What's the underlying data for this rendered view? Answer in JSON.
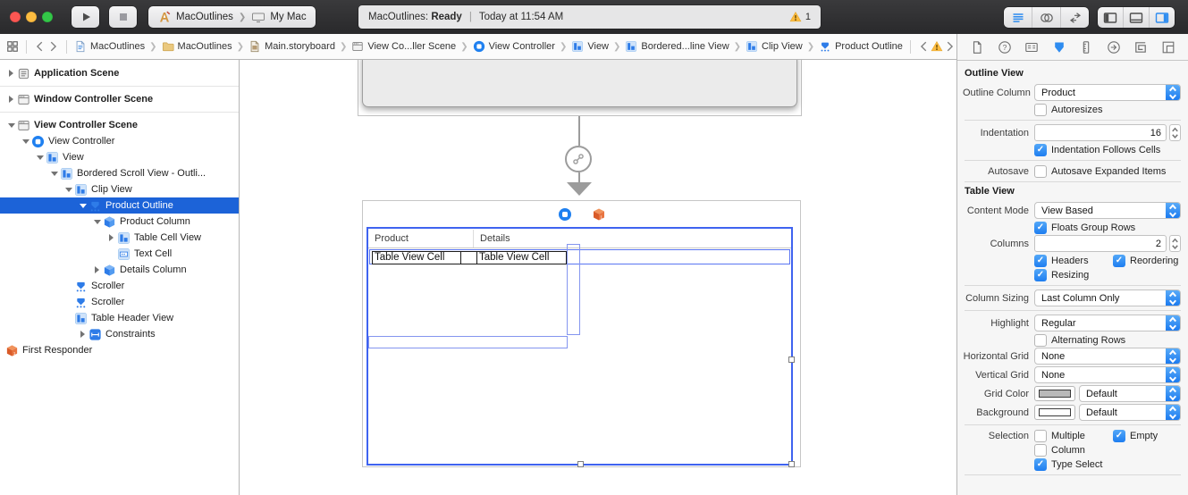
{
  "colors": {
    "accent": "#2e8cf0",
    "outline_selection": "#1c63d8",
    "canvas_selection": "#3f63f0",
    "warning": "#fdbc40"
  },
  "toolbar": {
    "scheme": {
      "target": "MacOutlines",
      "destination": "My Mac"
    },
    "status": {
      "project": "MacOutlines:",
      "state": "Ready",
      "divider": "|",
      "time": "Today at 11:54 AM",
      "warning_count": "1"
    },
    "editor_modes": [
      {
        "icon": "standard-editor"
      },
      {
        "icon": "assistant-editor"
      },
      {
        "icon": "version-editor"
      }
    ],
    "panel_toggles": [
      {
        "icon": "navigator-panel"
      },
      {
        "icon": "debug-panel"
      },
      {
        "icon": "inspector-panel"
      }
    ]
  },
  "jumpbar": {
    "crumbs": [
      {
        "icon": "file-blue",
        "label": "MacOutlines"
      },
      {
        "icon": "folder",
        "label": "MacOutlines"
      },
      {
        "icon": "storyboard-file",
        "label": "Main.storyboard"
      },
      {
        "icon": "scene",
        "label": "View Co...ller Scene"
      },
      {
        "icon": "view-controller",
        "label": "View Controller"
      },
      {
        "icon": "view",
        "label": "View"
      },
      {
        "icon": "view",
        "label": "Bordered...line View"
      },
      {
        "icon": "view",
        "label": "Clip View"
      },
      {
        "icon": "outline-view",
        "label": "Product Outline"
      }
    ]
  },
  "outline": {
    "items": [
      {
        "label": "Application Scene",
        "icon": "app-scene",
        "level": 0,
        "disclosure": "collapsed",
        "bold": true,
        "sepAfter": true
      },
      {
        "label": "Window Controller Scene",
        "icon": "window-scene",
        "level": 0,
        "disclosure": "collapsed",
        "bold": true,
        "sepAfter": true
      },
      {
        "label": "View Controller Scene",
        "icon": "scene",
        "level": 0,
        "disclosure": "expanded",
        "bold": true
      },
      {
        "label": "View Controller",
        "icon": "view-controller",
        "level": 1,
        "disclosure": "expanded"
      },
      {
        "label": "View",
        "icon": "view",
        "level": 2,
        "disclosure": "expanded"
      },
      {
        "label": "Bordered Scroll View - Outli...",
        "icon": "view",
        "level": 3,
        "disclosure": "expanded"
      },
      {
        "label": "Clip View",
        "icon": "view",
        "level": 4,
        "disclosure": "expanded"
      },
      {
        "label": "Product Outline",
        "icon": "outline-view",
        "level": 5,
        "disclosure": "expanded",
        "selected": true
      },
      {
        "label": "Product Column",
        "icon": "column",
        "level": 6,
        "disclosure": "expanded"
      },
      {
        "label": "Table Cell View",
        "icon": "view",
        "level": 7,
        "disclosure": "collapsed"
      },
      {
        "label": "Text Cell",
        "icon": "text-cell",
        "level": 7,
        "disclosure": "none"
      },
      {
        "label": "Details Column",
        "icon": "column",
        "level": 6,
        "disclosure": "collapsed"
      },
      {
        "label": "Scroller",
        "icon": "scroller",
        "level": 4,
        "disclosure": "none"
      },
      {
        "label": "Scroller",
        "icon": "scroller",
        "level": 4,
        "disclosure": "none"
      },
      {
        "label": "Table Header View",
        "icon": "view",
        "level": 4,
        "disclosure": "none"
      },
      {
        "label": "Constraints",
        "icon": "constraints",
        "level": 5,
        "disclosure": "collapsed"
      },
      {
        "label": "First Responder",
        "icon": "first-responder",
        "level": 0,
        "disclosure": "none",
        "root": true
      }
    ]
  },
  "canvas": {
    "table": {
      "columns": [
        "Product",
        "Details"
      ],
      "cells": [
        "Table View Cell",
        "Table View Cell"
      ]
    }
  },
  "inspector": {
    "tabs": [
      {
        "name": "file-inspector"
      },
      {
        "name": "quick-help-inspector"
      },
      {
        "name": "identity-inspector"
      },
      {
        "name": "attributes-inspector",
        "selected": true
      },
      {
        "name": "size-inspector"
      },
      {
        "name": "connections-inspector"
      },
      {
        "name": "bindings-inspector"
      },
      {
        "name": "view-effects-inspector"
      }
    ],
    "rows": [
      {
        "type": "section",
        "label": "Outline View"
      },
      {
        "type": "popup",
        "label": "Outline Column",
        "value": "Product"
      },
      {
        "type": "check",
        "label": "",
        "cb": "Autoresizes",
        "checked": false
      },
      {
        "type": "sep"
      },
      {
        "type": "field",
        "label": "Indentation",
        "value": "16"
      },
      {
        "type": "check",
        "label": "",
        "cb": "Indentation Follows Cells",
        "checked": true
      },
      {
        "type": "sep"
      },
      {
        "type": "check",
        "label": "Autosave",
        "cb": "Autosave Expanded Items",
        "checked": false
      },
      {
        "type": "sep"
      },
      {
        "type": "section",
        "label": "Table View"
      },
      {
        "type": "popup",
        "label": "Content Mode",
        "value": "View Based"
      },
      {
        "type": "check",
        "label": "",
        "cb": "Floats Group Rows",
        "checked": true
      },
      {
        "type": "field",
        "label": "Columns",
        "value": "2"
      },
      {
        "type": "check2",
        "label": "",
        "items": [
          {
            "cb": "Headers",
            "checked": true
          },
          {
            "cb": "Reordering",
            "checked": true
          }
        ]
      },
      {
        "type": "check",
        "label": "",
        "cb": "Resizing",
        "checked": true
      },
      {
        "type": "sep"
      },
      {
        "type": "popup",
        "label": "Column Sizing",
        "value": "Last Column Only"
      },
      {
        "type": "sep"
      },
      {
        "type": "popup",
        "label": "Highlight",
        "value": "Regular"
      },
      {
        "type": "check",
        "label": "",
        "cb": "Alternating Rows",
        "checked": false
      },
      {
        "type": "popup",
        "label": "Horizontal Grid",
        "value": "None"
      },
      {
        "type": "popup",
        "label": "Vertical Grid",
        "value": "None"
      },
      {
        "type": "colorpopup",
        "label": "Grid Color",
        "value": "Default",
        "swatch": "#b9b9b9"
      },
      {
        "type": "colorpopup",
        "label": "Background",
        "value": "Default",
        "swatch": "#ffffff"
      },
      {
        "type": "sep"
      },
      {
        "type": "check2",
        "label": "Selection",
        "items": [
          {
            "cb": "Multiple",
            "checked": false
          },
          {
            "cb": "Empty",
            "checked": true
          }
        ]
      },
      {
        "type": "check",
        "label": "",
        "cb": "Column",
        "checked": false
      },
      {
        "type": "check",
        "label": "",
        "cb": "Type Select",
        "checked": true
      },
      {
        "type": "sep"
      }
    ]
  }
}
